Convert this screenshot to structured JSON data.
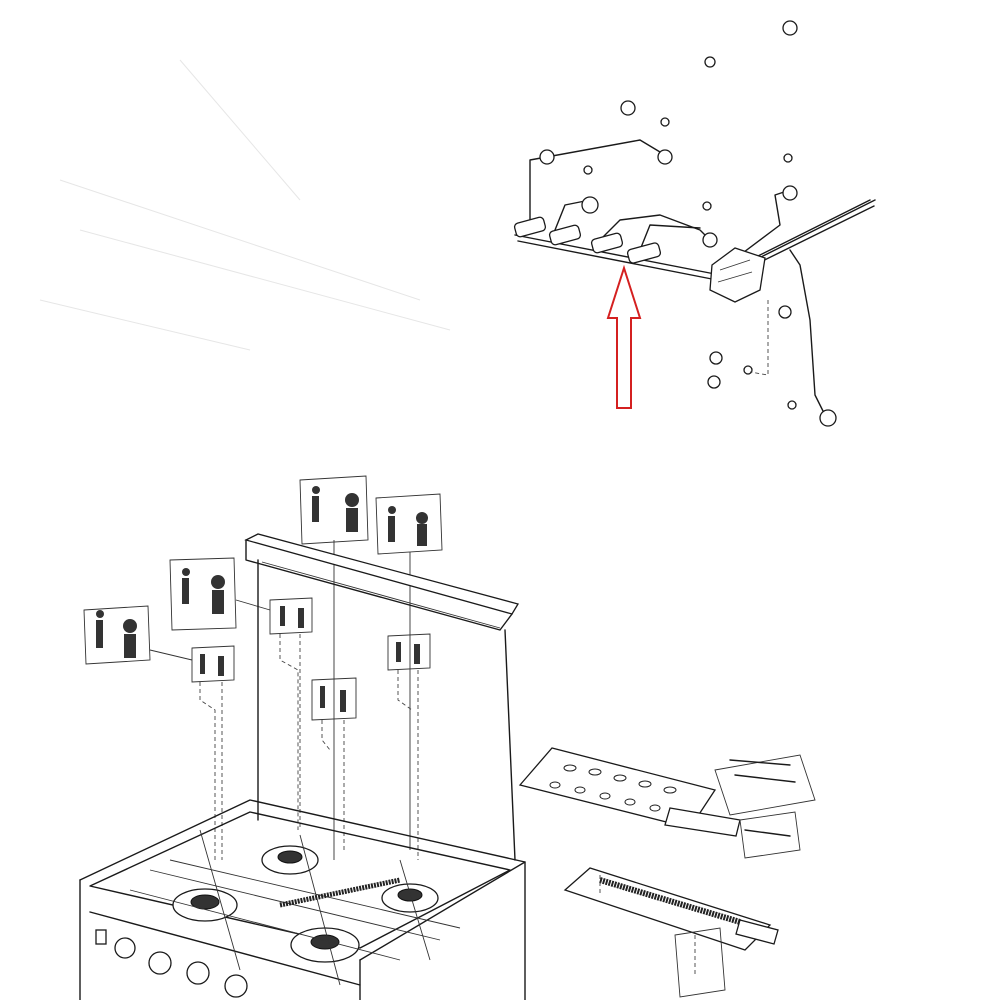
{
  "diagram": {
    "type": "exploded-parts-diagram",
    "colors": {
      "line": "#1a1a1a",
      "highlight_arrow": "#d42020",
      "background": "#ffffff"
    },
    "highlight": {
      "icon": "arrow-up-outline",
      "points_to": "gas-manifold-injector"
    }
  }
}
